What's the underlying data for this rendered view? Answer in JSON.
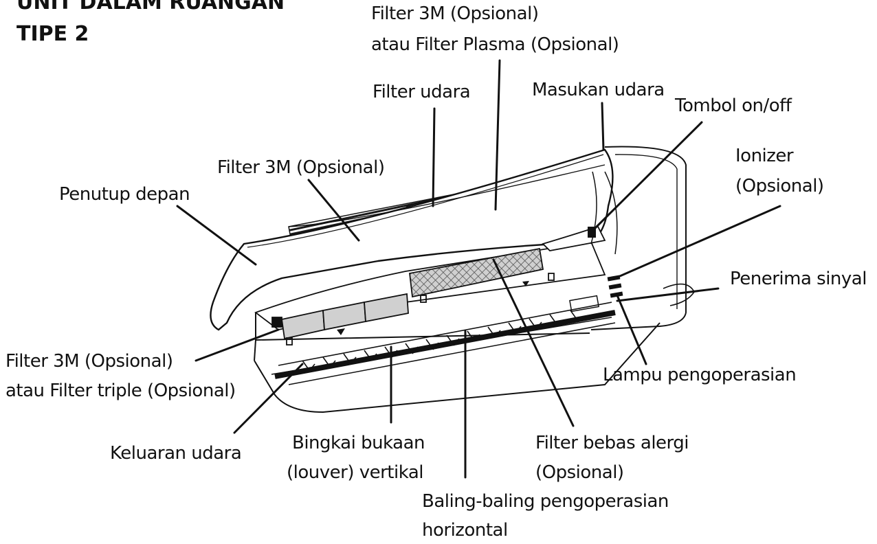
{
  "title": {
    "line1": "UNIT DALAM RUANGAN",
    "line2": "TIPE 2"
  },
  "labels": {
    "filter_3m_plasma": [
      "Filter 3M (Opsional)",
      "atau Filter Plasma (Opsional)"
    ],
    "filter_udara": "Filter udara",
    "masukan_udara": "Masukan udara",
    "tombol_onoff": "Tombol on/off",
    "ionizer": [
      "Ionizer",
      "(Opsional)"
    ],
    "filter_3m_top": "Filter 3M (Opsional)",
    "penutup_depan": "Penutup depan",
    "penerima_sinyal": "Penerima sinyal",
    "filter_3m_triple": [
      "Filter 3M (Opsional)",
      "atau Filter triple (Opsional)"
    ],
    "lampu": "Lampu pengoperasian",
    "keluaran_udara": "Keluaran udara",
    "bingkai": [
      "Bingkai bukaan",
      "(louver) vertikal"
    ],
    "filter_alergi": [
      "Filter bebas alergi",
      "(Opsional)"
    ],
    "baling": [
      "Baling-baling pengoperasian",
      "horizontal"
    ]
  },
  "colors": {
    "line": "#111111",
    "mesh_fill": "#bfbfbf",
    "panel_fill": "#d6d6d6",
    "grille": "#222222"
  }
}
